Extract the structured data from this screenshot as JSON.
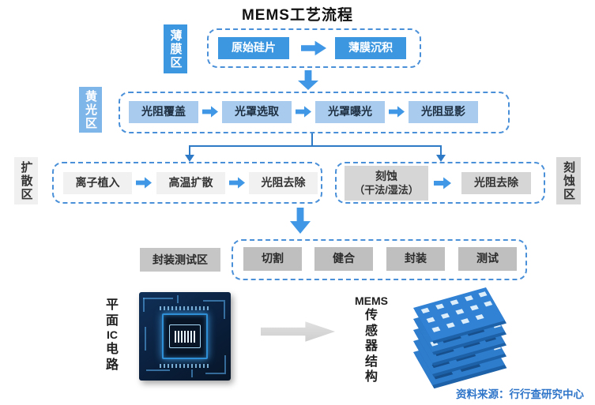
{
  "title": "MEMS工艺流程",
  "zones": {
    "thin_film": {
      "label": "薄膜区",
      "steps": [
        "原始硅片",
        "薄膜沉积"
      ]
    },
    "yellow": {
      "label": "黄光区",
      "steps": [
        "光阻覆盖",
        "光罩选取",
        "光罩曝光",
        "光阻显影"
      ]
    },
    "diffusion": {
      "label": "扩散区",
      "steps": [
        "离子植入",
        "高温扩散",
        "光阻去除"
      ]
    },
    "etch": {
      "label": "刻蚀区",
      "step1_line1": "刻蚀",
      "step1_line2": "（干法/湿法）",
      "step2": "光阻去除"
    },
    "package": {
      "label": "封装测试区",
      "steps": [
        "切割",
        "健合",
        "封装",
        "测试"
      ]
    }
  },
  "bottom": {
    "ic_lines": [
      "平",
      "面",
      "IC",
      "电",
      "路"
    ],
    "mems_lines": [
      "MEMS",
      "传",
      "感",
      "器",
      "结",
      "构"
    ]
  },
  "footer": {
    "source": "资料来源：行行查研究中心"
  },
  "colors": {
    "primary_blue": "#3d97e0",
    "label_blue_light": "#7fb6e9",
    "step_light_blue": "#a9ccee",
    "dashed_border": "#4a90d9",
    "step_light_gray": "#f1f1f1",
    "step_mid_gray": "#d6d6d6",
    "step_dark_gray": "#bfbfbf",
    "source_text": "#2e75c9"
  }
}
